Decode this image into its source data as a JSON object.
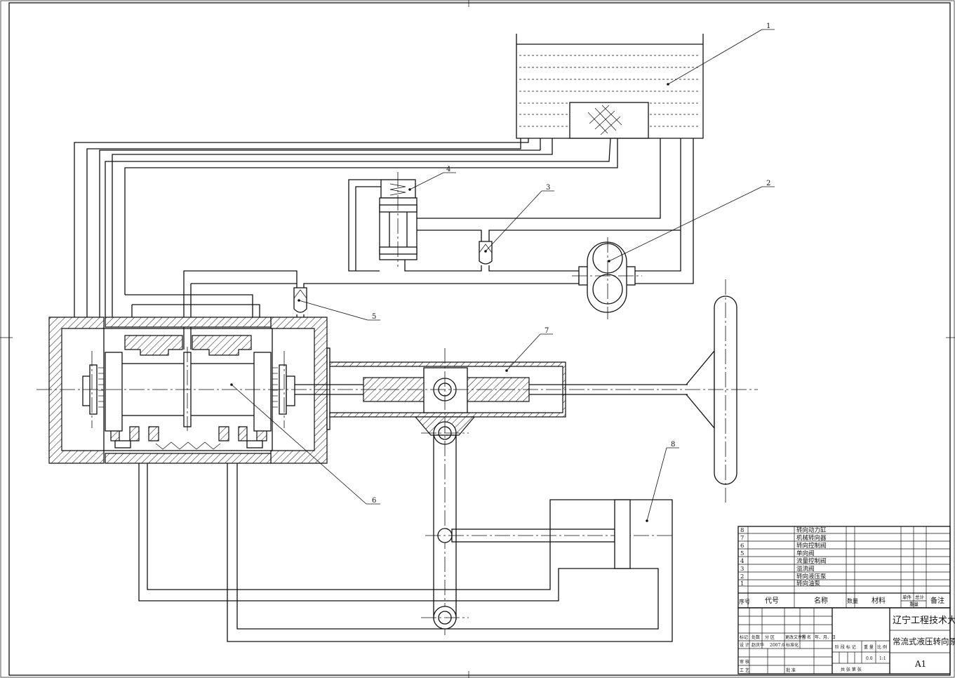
{
  "callouts": [
    "1",
    "2",
    "3",
    "4",
    "5",
    "6",
    "7",
    "8"
  ],
  "parts_list": {
    "rows": [
      {
        "no": "8",
        "name": "转向动力缸"
      },
      {
        "no": "7",
        "name": "机械转向器"
      },
      {
        "no": "6",
        "name": "转向控制阀"
      },
      {
        "no": "5",
        "name": "单向阀"
      },
      {
        "no": "4",
        "name": "流量控制阀"
      },
      {
        "no": "3",
        "name": "溢流阀"
      },
      {
        "no": "2",
        "name": "转向液压泵"
      },
      {
        "no": "1",
        "name": "转向油泵"
      }
    ],
    "headers": {
      "no": "序号",
      "code": "代号",
      "name": "名称",
      "qty": "数量",
      "material": "材料",
      "unit": "单件",
      "total": "总计",
      "weight": "重量",
      "remark": "备注"
    }
  },
  "title_block": {
    "school": "辽宁工程技术大学",
    "drawing_title": "常流式液压转向原理图",
    "sheet_size": "A1",
    "labels": {
      "mark": "标记",
      "count": "处数",
      "zone": "分 区",
      "doc": "更改文件号",
      "sign": "签 名",
      "date": "年、月、日",
      "design": "设 计",
      "standard": "标准化",
      "review": "审 核",
      "process": "工 艺",
      "approve": "批 准",
      "stage": "阶 段 标 记",
      "weight": "重 量",
      "scale": "比 例",
      "sheets": "共  张  第   张"
    },
    "designer": "赵庆华",
    "design_date": "2007.6",
    "weight_value": "0.0",
    "scale_value": "1:1"
  }
}
